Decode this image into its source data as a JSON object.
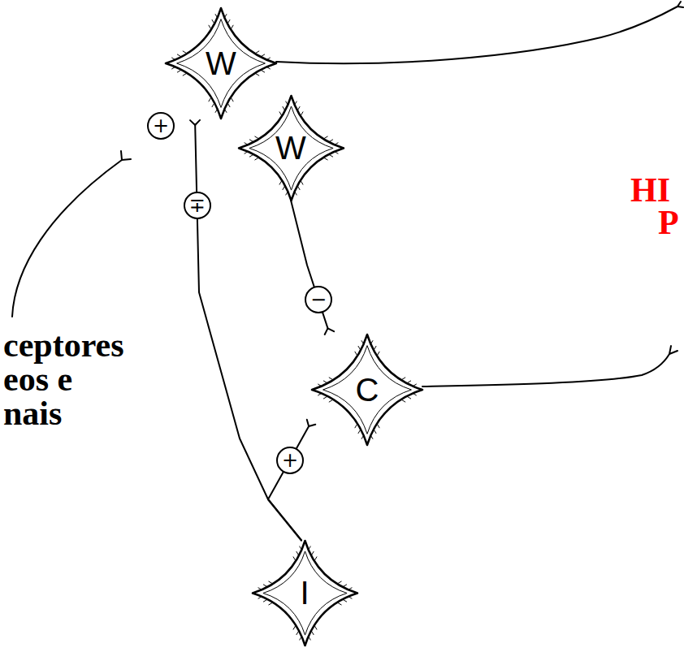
{
  "diagram": {
    "nodes": [
      {
        "text": [
          "W"
        ]
      },
      {
        "text": [
          "W"
        ]
      },
      {
        "text": [
          "C"
        ]
      },
      {
        "text": [
          "I"
        ]
      }
    ],
    "edges": [
      {
        "from": 1,
        "to": 2,
        "arrow": "to",
        "label": "−"
      },
      {
        "from": 3,
        "to": 2,
        "arrow": "to",
        "label": "+"
      },
      {
        "from": 3,
        "to": 0,
        "arrow": "to",
        "label": "∓"
      }
    ],
    "labels": [
      "+",
      "ceptores eos e nais",
      "HI",
      "P"
    ]
  }
}
